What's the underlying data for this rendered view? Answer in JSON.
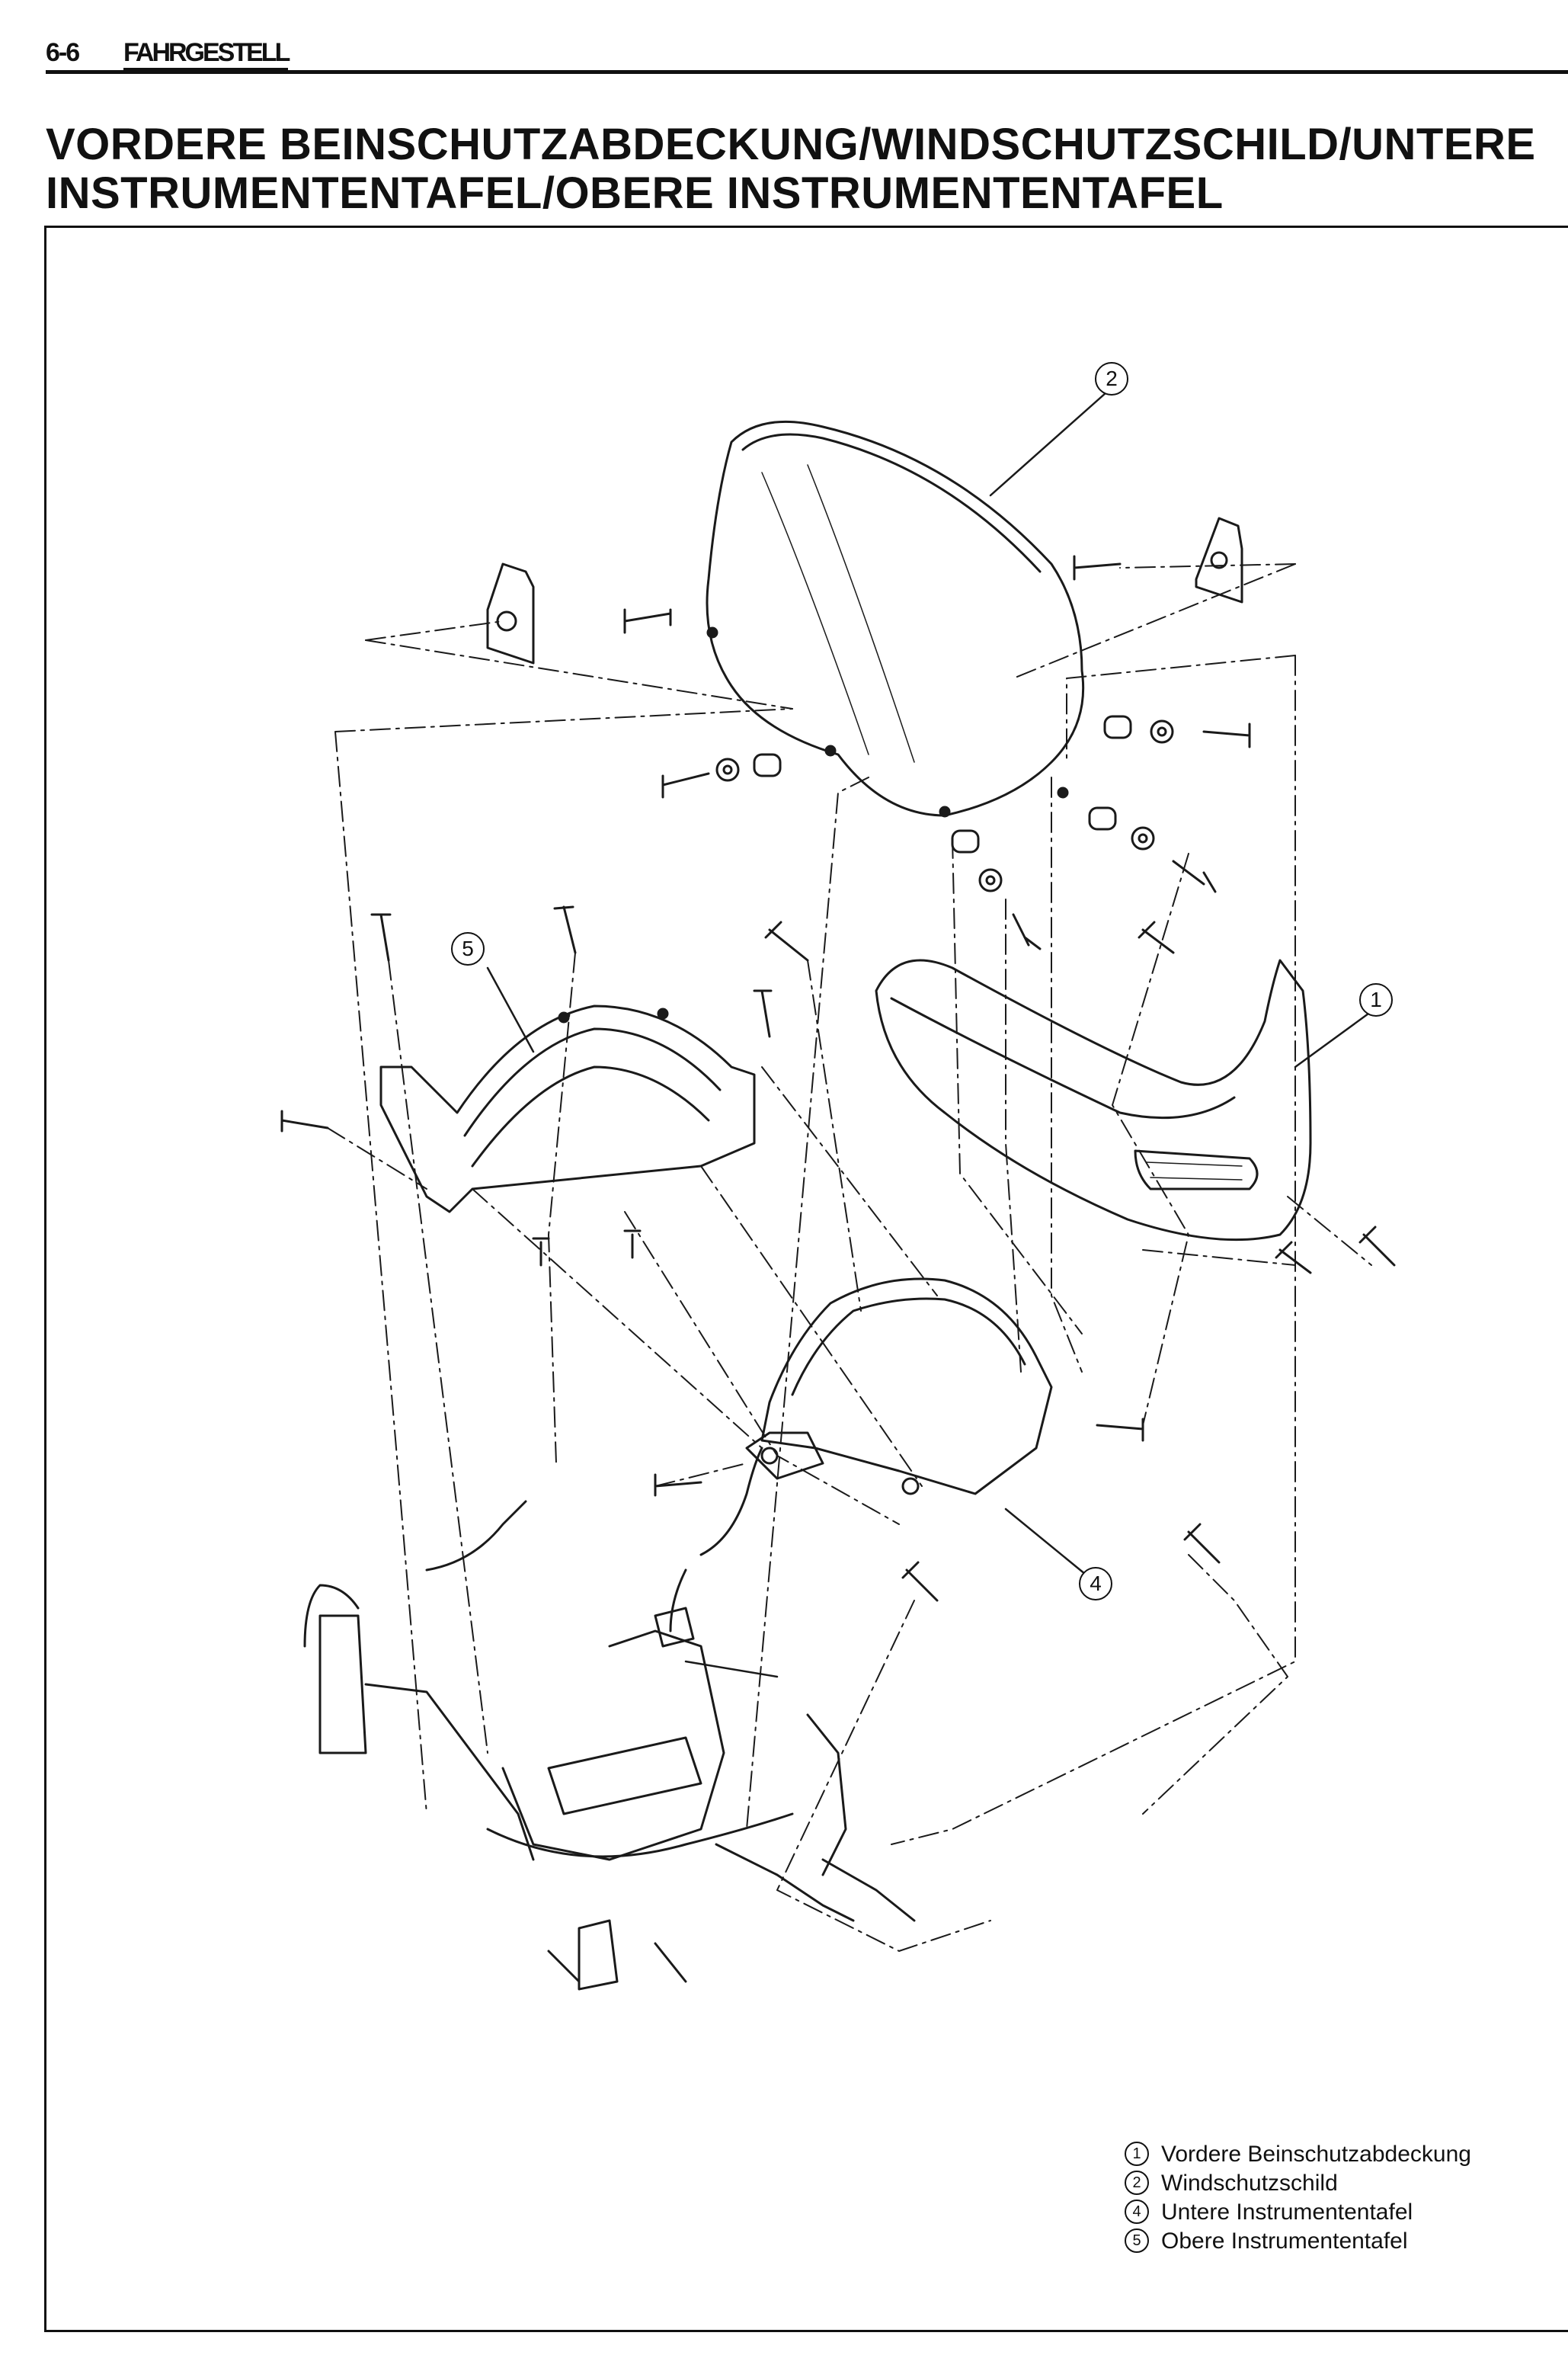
{
  "header": {
    "page_ref": "6-6",
    "section": "FAHRGESTELL"
  },
  "title": {
    "line1": "VORDERE BEINSCHUTZABDECKUNG/WINDSCHUTZSCHILD/UNTERE",
    "line2": "INSTRUMENTENTAFEL/OBERE INSTRUMENTENTAFEL"
  },
  "callouts": {
    "c1": "1",
    "c2": "2",
    "c4": "4",
    "c5": "5"
  },
  "legend": [
    {
      "num": "1",
      "label": "Vordere Beinschutzabdeckung"
    },
    {
      "num": "2",
      "label": "Windschutzschild"
    },
    {
      "num": "4",
      "label": "Untere Instrumententafel"
    },
    {
      "num": "5",
      "label": "Obere Instrumententafel"
    }
  ]
}
